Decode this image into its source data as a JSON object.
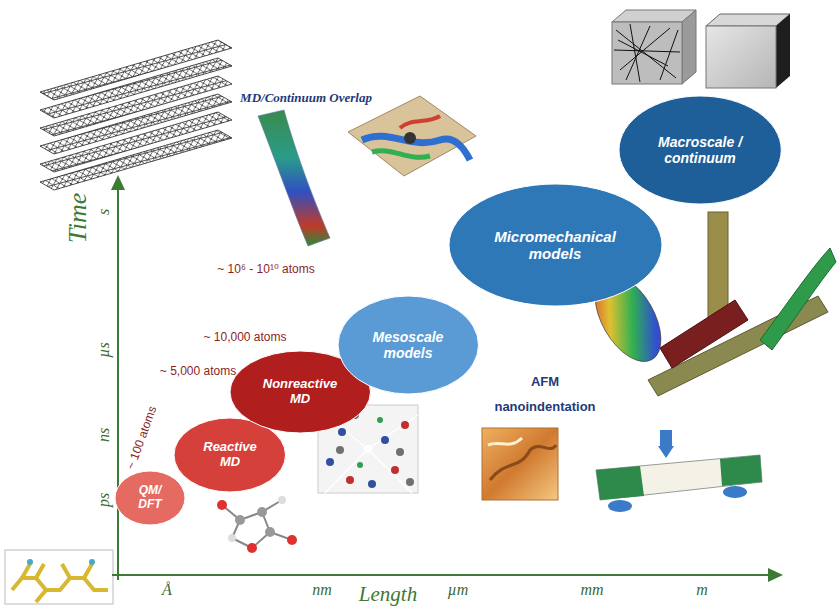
{
  "diagram": {
    "nodes": [
      {
        "text": [
          "QM/ DFT"
        ]
      },
      {
        "text": [
          "Reactive MD"
        ]
      },
      {
        "text": [
          "Nonreactive MD"
        ]
      },
      {
        "text": [
          "Mesoscale models"
        ]
      },
      {
        "text": [
          "Micromechanical models"
        ]
      },
      {
        "text": [
          "Macroscale / continuum"
        ]
      }
    ],
    "labels": [
      "MD/Continuum Overlap",
      "~ 10⁶ - 10¹⁰ atoms",
      "~ 10,000 atoms",
      "~ 5,000 atoms",
      "~ 100 atoms",
      "AFM nanoindentation",
      "Time",
      "s",
      "µs",
      "ns",
      "ps",
      "Å",
      "nm",
      "µm",
      "mm",
      "m",
      "Length"
    ]
  }
}
